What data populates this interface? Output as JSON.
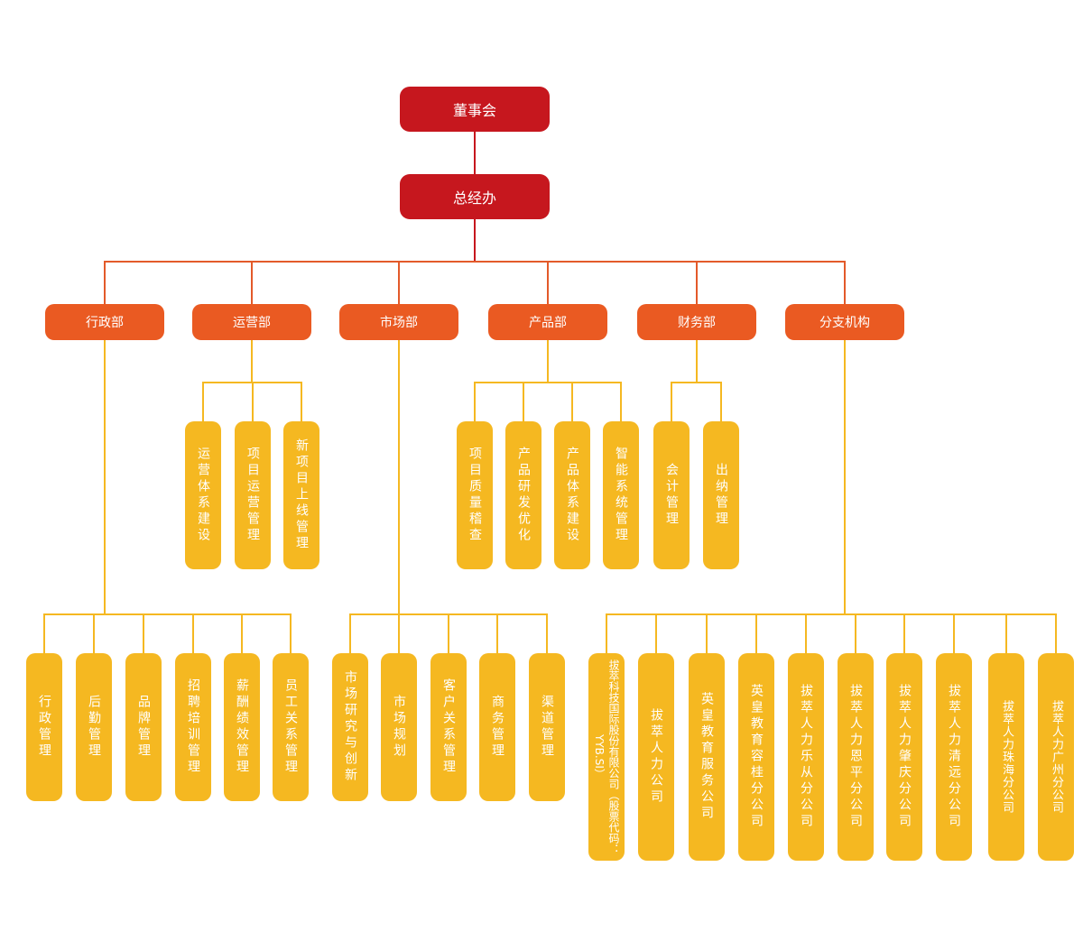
{
  "board": "董事会",
  "gm": "总经办",
  "departments": [
    "行政部",
    "运营部",
    "市场部",
    "产品部",
    "财务部",
    "分支机构"
  ],
  "operations": [
    "运营体系建设",
    "项目运营管理",
    "新项目上线管理"
  ],
  "product": [
    "项目质量稽查",
    "产品研发优化",
    "产品体系建设",
    "智能系统管理"
  ],
  "finance": [
    "会计管理",
    "出纳管理"
  ],
  "admin": [
    "行政管理",
    "后勤管理",
    "品牌管理",
    "招聘培训管理",
    "薪酬绩效管理",
    "员工关系管理"
  ],
  "marketing": [
    "市场研究与创新",
    "市场规划",
    "客户关系管理",
    "商务管理",
    "渠道管理"
  ],
  "branches": [
    "拔萃科技国际股份有限公司（股票代码：YYB.SI）",
    "拔萃人力公司",
    "英皇教育服务公司",
    "英皇教育容桂分公司",
    "拔萃人力乐从分公司",
    "拔萃人力恩平分公司",
    "拔萃人力肇庆分公司",
    "拔萃人力清远分公司",
    "拔萃人力珠海分公司",
    "拔萃人力广州分公司"
  ],
  "colors": {
    "top": "#c6171e",
    "dept": "#ea5a22",
    "leaf": "#f5b821",
    "line_top": "#c6171e",
    "line_dept": "#e35a2a",
    "line_leaf": "#f5b821"
  }
}
